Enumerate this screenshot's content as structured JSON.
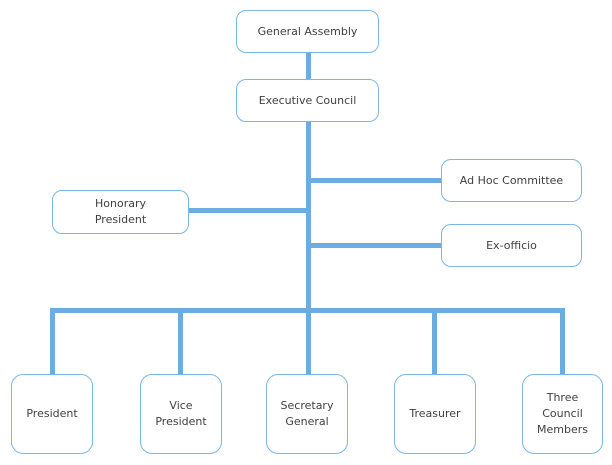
{
  "diagram": {
    "type": "org-chart",
    "background_color": "#FFFFFF",
    "colors": {
      "connector_line": "#6CACE3",
      "node_border": "#79B7E8",
      "node_fill": "#FFFFFF",
      "text": "#3F3F3F"
    },
    "nodes": {
      "general_assembly": {
        "label": "General Assembly"
      },
      "executive_council": {
        "label": "Executive Council"
      },
      "ad_hoc_committee": {
        "label": "Ad Hoc Committee"
      },
      "honorary_president": {
        "label": "Honorary\nPresident"
      },
      "ex_officio": {
        "label": "Ex-officio"
      },
      "president": {
        "label": "President"
      },
      "vice_president": {
        "label": "Vice\nPresident"
      },
      "secretary_general": {
        "label": "Secretary\nGeneral"
      },
      "treasurer": {
        "label": "Treasurer"
      },
      "three_council_members": {
        "label": "Three\nCouncil\nMembers"
      }
    },
    "edges": [
      {
        "from": "General Assembly",
        "to": "Executive Council"
      },
      {
        "from": "Executive Council",
        "to": "Ad Hoc Committee"
      },
      {
        "from": "Executive Council",
        "to": "Honorary President"
      },
      {
        "from": "Executive Council",
        "to": "Ex-officio"
      },
      {
        "from": "Executive Council",
        "to": "President"
      },
      {
        "from": "Executive Council",
        "to": "Vice President"
      },
      {
        "from": "Executive Council",
        "to": "Secretary General"
      },
      {
        "from": "Executive Council",
        "to": "Treasurer"
      },
      {
        "from": "Executive Council",
        "to": "Three Council Members"
      }
    ]
  }
}
